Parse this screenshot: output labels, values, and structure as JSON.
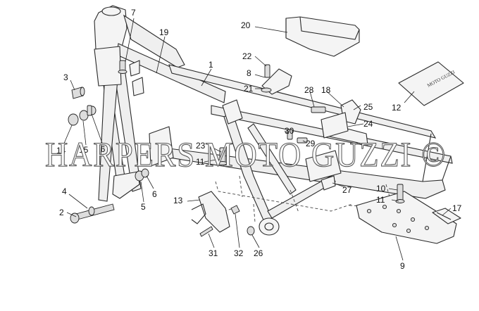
{
  "callouts": [
    {
      "id": "c1",
      "label": "1"
    },
    {
      "id": "c2",
      "label": "2"
    },
    {
      "id": "c3",
      "label": "3"
    },
    {
      "id": "c4",
      "label": "4"
    },
    {
      "id": "c5",
      "label": "5"
    },
    {
      "id": "c6",
      "label": "6"
    },
    {
      "id": "c7",
      "label": "7"
    },
    {
      "id": "c8",
      "label": "8"
    },
    {
      "id": "c9",
      "label": "9"
    },
    {
      "id": "c10",
      "label": "10"
    },
    {
      "id": "c11a",
      "label": "11"
    },
    {
      "id": "c11b",
      "label": "11"
    },
    {
      "id": "c12",
      "label": "12"
    },
    {
      "id": "c13",
      "label": "13"
    },
    {
      "id": "c14",
      "label": "14"
    },
    {
      "id": "c15",
      "label": "15"
    },
    {
      "id": "c16",
      "label": "16"
    },
    {
      "id": "c17",
      "label": "17"
    },
    {
      "id": "c18",
      "label": "18"
    },
    {
      "id": "c19",
      "label": "19"
    },
    {
      "id": "c20",
      "label": "20"
    },
    {
      "id": "c21",
      "label": "21"
    },
    {
      "id": "c22",
      "label": "22"
    },
    {
      "id": "c23",
      "label": "23"
    },
    {
      "id": "c24",
      "label": "24"
    },
    {
      "id": "c25",
      "label": "25"
    },
    {
      "id": "c26",
      "label": "26"
    },
    {
      "id": "c27",
      "label": "27"
    },
    {
      "id": "c28",
      "label": "28"
    },
    {
      "id": "c29",
      "label": "29"
    },
    {
      "id": "c30",
      "label": "30"
    },
    {
      "id": "c31",
      "label": "31"
    },
    {
      "id": "c32",
      "label": "32"
    }
  ],
  "watermark": "HARPERS MOTO GUZZI ©",
  "decal_text": "MOTO GUZZI",
  "colors": {
    "line": "#2a2a2a",
    "background": "#ffffff",
    "part_fill": "#f4f4f4"
  }
}
